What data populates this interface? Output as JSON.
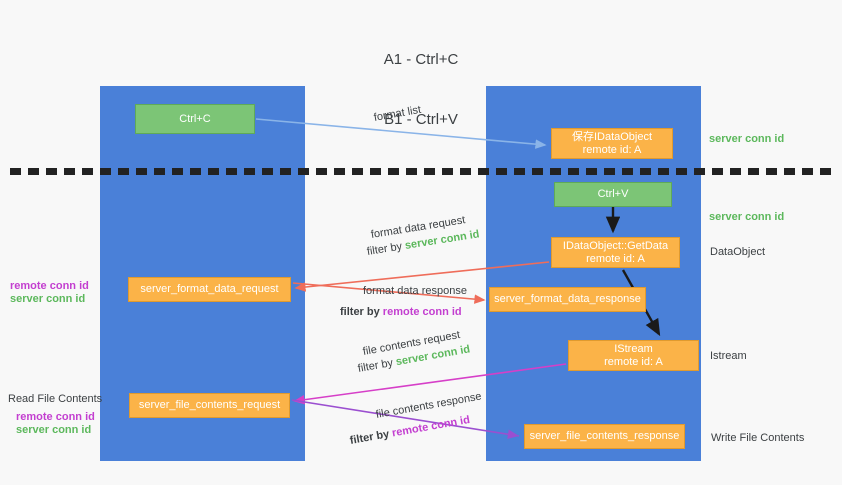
{
  "diagram": {
    "title_line1": "A1 - Ctrl+C",
    "title_line2": "B1 - Ctrl+V",
    "colors": {
      "lane": "#4a80d8",
      "green_node": "#7cc576",
      "orange_node": "#fbb348",
      "server_conn_id": "#5cb85c",
      "remote_conn_id": "#c33fd0",
      "arrow_blue": "#8ab4e8",
      "arrow_red": "#ef6d5a",
      "arrow_magenta": "#d63fc8",
      "arrow_purple": "#9b4fd0",
      "arrow_black": "#1a1a1a"
    }
  },
  "columns": {
    "a1": {
      "name": "A1",
      "role": "remote"
    },
    "b1": {
      "name": "B1",
      "role": "connection"
    }
  },
  "nodes": {
    "ctrl_c": {
      "line1": "Ctrl+C"
    },
    "save_idataobject": {
      "line1": "保存IDataObject",
      "line2": "remote id: A"
    },
    "ctrl_v": {
      "line1": "Ctrl+V"
    },
    "getdata": {
      "line1": "IDataObject::GetData",
      "line2": "remote id: A"
    },
    "server_format_data_request": {
      "line1": "server_format_data_request"
    },
    "server_format_data_response": {
      "line1": "server_format_data_response"
    },
    "istream": {
      "line1": "IStream",
      "line2": "remote id: A"
    },
    "server_file_contents_request": {
      "line1": "server_file_contents_request"
    },
    "server_file_contents_response": {
      "line1": "server_file_contents_response"
    }
  },
  "edge_labels": {
    "format_list": "format list",
    "format_data_request": "format data request",
    "format_data_request_filter_prefix": "filter by ",
    "format_data_request_filter_value": "server conn id",
    "format_data_response": "format data response",
    "format_data_response_filter_prefix": "filter by ",
    "format_data_response_filter_value": "remote conn id",
    "file_contents_request": "file contents request",
    "file_contents_request_filter_prefix": "filter by ",
    "file_contents_request_filter_value": "server conn id",
    "file_contents_response": "file contents response",
    "file_contents_response_filter_prefix": "filter by ",
    "file_contents_response_filter_value": "remote conn id"
  },
  "side_labels": {
    "right_server_conn_id_top": "server conn id",
    "right_server_conn_id_mid": "server conn id",
    "right_dataobject": "DataObject",
    "right_istream": "Istream",
    "right_write_file_contents": "Write File Contents",
    "left_remote_conn_id_mid": "remote conn id",
    "left_server_conn_id_mid": "server conn id",
    "left_read_file_contents": "Read File Contents",
    "left_remote_conn_id_bottom": "remote conn id",
    "left_server_conn_id_bottom": "server conn id"
  }
}
